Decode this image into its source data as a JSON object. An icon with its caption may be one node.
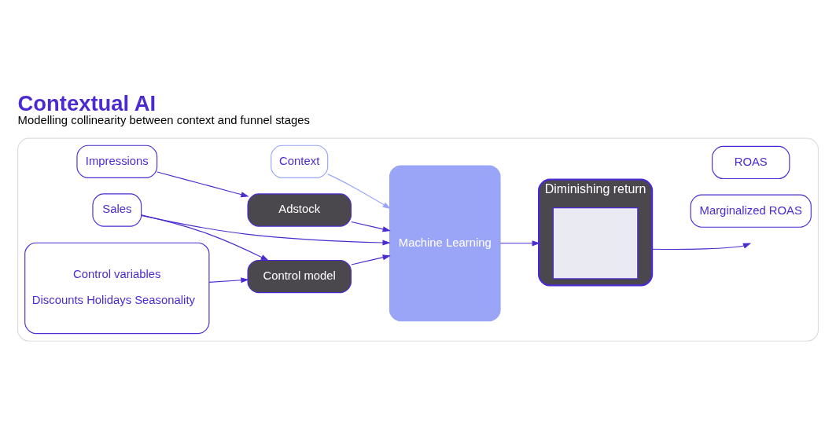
{
  "diagram": {
    "title": "Contextual AI",
    "caption": "Modelling collinearity between context and funnel stages",
    "nodes": [
      {
        "text": [],
        "shape": "box"
      },
      {
        "text": [
          "Context"
        ],
        "in": 0
      },
      {
        "text": [
          "Impressions"
        ],
        "in": 0
      },
      {
        "text": [
          "Sales"
        ],
        "in": 0
      },
      {
        "text": [
          "Control variables",
          "Discounts Holidays Seasonality"
        ],
        "in": 0
      },
      {
        "text": [
          "Adstock"
        ],
        "in": 0
      },
      {
        "text": [
          "Control model"
        ],
        "in": 0
      },
      {
        "text": [
          "Machine Learning"
        ],
        "in": 0
      },
      {
        "text": [
          "Diminishing return"
        ],
        "in": 0
      },
      {
        "text": [],
        "shape": "box",
        "in": 8
      },
      {
        "text": [
          "ROAS"
        ],
        "in": 0
      },
      {
        "text": [
          "Marginalized ROAS"
        ],
        "in": 0
      }
    ],
    "edges": [
      {
        "from": 1,
        "to": 7,
        "arrow": "to",
        "color": "#9aa5f7"
      },
      {
        "from": 2,
        "to": 5,
        "arrow": "to"
      },
      {
        "from": 5,
        "to": 7,
        "arrow": "to"
      },
      {
        "from": 3,
        "to": 7,
        "arrow": "to"
      },
      {
        "from": 3,
        "to": 6,
        "arrow": "to"
      },
      {
        "from": 4,
        "to": 6,
        "arrow": "to"
      },
      {
        "from": 6,
        "to": 7,
        "arrow": "to"
      },
      {
        "from": 7,
        "to": 8,
        "arrow": "to"
      },
      {
        "from": 8,
        "to": null,
        "arrow": "to"
      }
    ]
  }
}
